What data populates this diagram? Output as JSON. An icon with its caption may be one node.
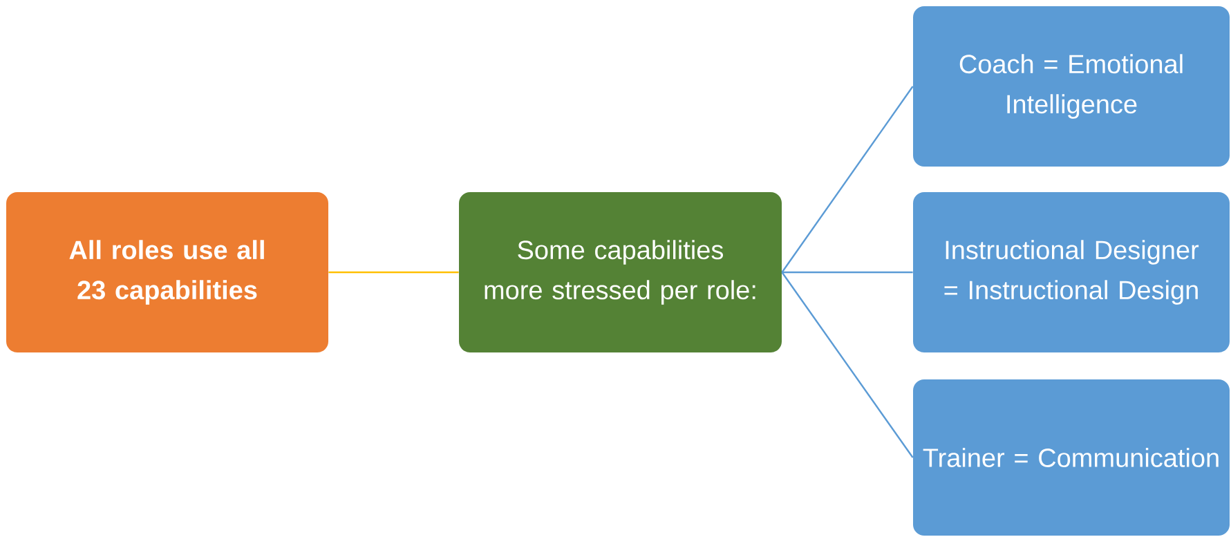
{
  "diagram": {
    "nodes": [
      {
        "text": [
          "All roles use all 23 capabilities"
        ]
      },
      {
        "text": [
          "Some capabilities more stressed per role:"
        ]
      },
      {
        "text": [
          "Coach = Emotional Intelligence"
        ]
      },
      {
        "text": [
          "Instructional Designer = Instructional Design"
        ]
      },
      {
        "text": [
          "Trainer = Communication"
        ]
      }
    ],
    "edges": [
      {
        "from": 0,
        "to": 1,
        "arrow": "none",
        "color": "#ffc000"
      },
      {
        "from": 1,
        "to": 2,
        "arrow": "none"
      },
      {
        "from": 1,
        "to": 3,
        "arrow": "none"
      },
      {
        "from": 1,
        "to": 4,
        "arrow": "none"
      }
    ]
  }
}
